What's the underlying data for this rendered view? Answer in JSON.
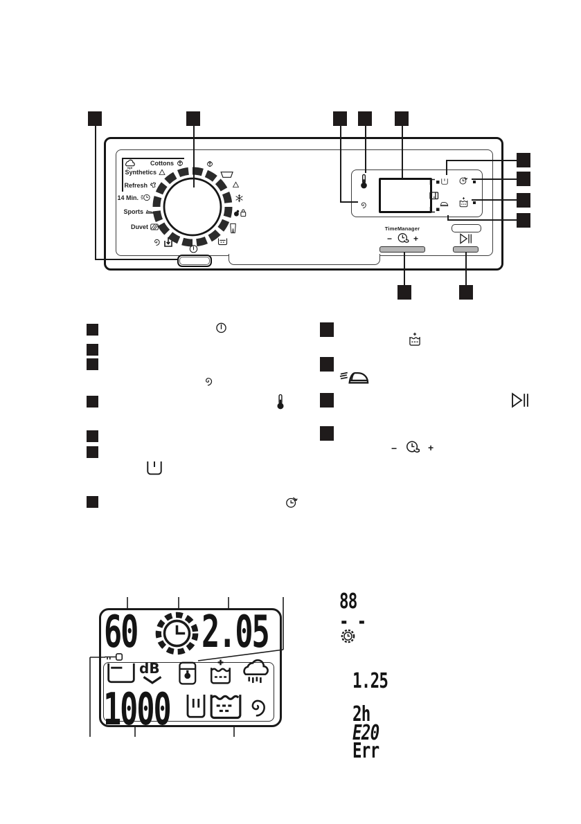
{
  "panel": {
    "programs": [
      "Cottons",
      "Synthetics",
      "Refresh",
      "14 Min.",
      "Sports",
      "Duvet"
    ],
    "time_manager": {
      "label": "TimeManager",
      "minus": "−",
      "plus": "+"
    }
  },
  "display_diagram": {
    "temperature": "60",
    "time": "2.05",
    "sound_level": "dB",
    "spin_speed": "1000"
  },
  "symbol_examples": {
    "digits": "88",
    "dashes": "- -",
    "weight": "1.25",
    "delay_hours": "2h",
    "error_code": "E20",
    "error": "Err"
  },
  "icons": {
    "clock": "clock-dial-icon",
    "spin": "spiral-icon",
    "key": "child-lock-key-icon",
    "padlock": "lock-icon",
    "steam": "steam-icon",
    "extra_rinse": "extra-rinse-icon",
    "rinse_hold": "rinse-hold-icon",
    "iron": "easy-iron-icon",
    "play_pause": "play-pause-icon",
    "power": "on-off-icon",
    "thermometer": "temperature-icon",
    "delay": "delay-start-icon"
  },
  "colors": {
    "ink": "#1a1a1a",
    "bar_fill": "#b5b5b5"
  }
}
